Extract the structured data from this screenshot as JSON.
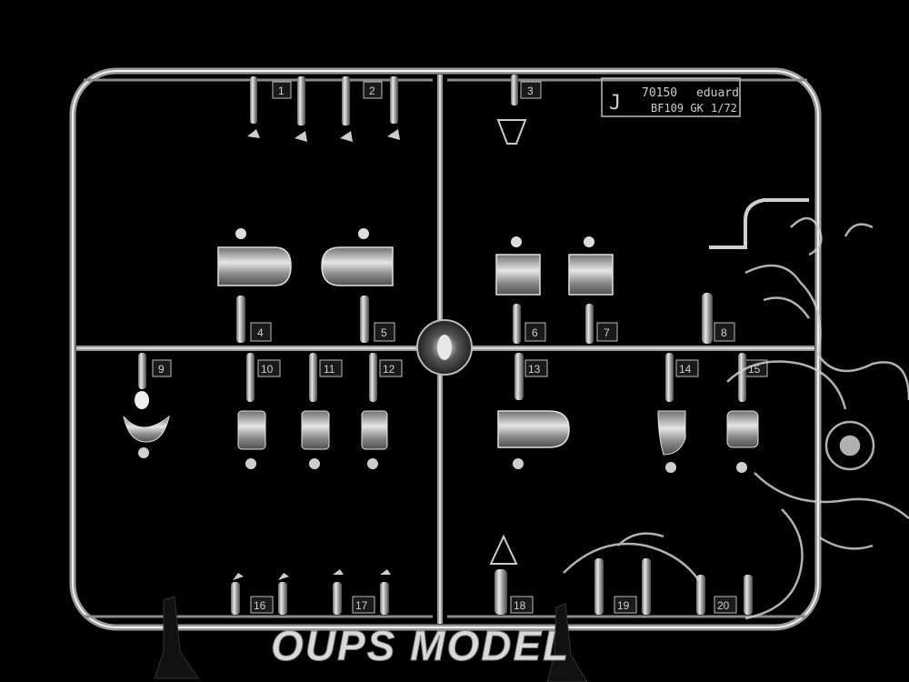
{
  "sprue": {
    "letter": "J",
    "code": "70150",
    "brand": "eduard",
    "model": "BF109 GK",
    "scale": "1/72"
  },
  "part_numbers": [
    "1",
    "2",
    "3",
    "4",
    "5",
    "6",
    "7",
    "8",
    "9",
    "10",
    "11",
    "12",
    "13",
    "14",
    "15",
    "16",
    "17",
    "18",
    "19",
    "20"
  ],
  "watermark": {
    "text": "OUPS MODEL"
  },
  "colors": {
    "background": "#000000",
    "plastic": "#d8d8d8",
    "watermark": "#d9d9d9"
  }
}
